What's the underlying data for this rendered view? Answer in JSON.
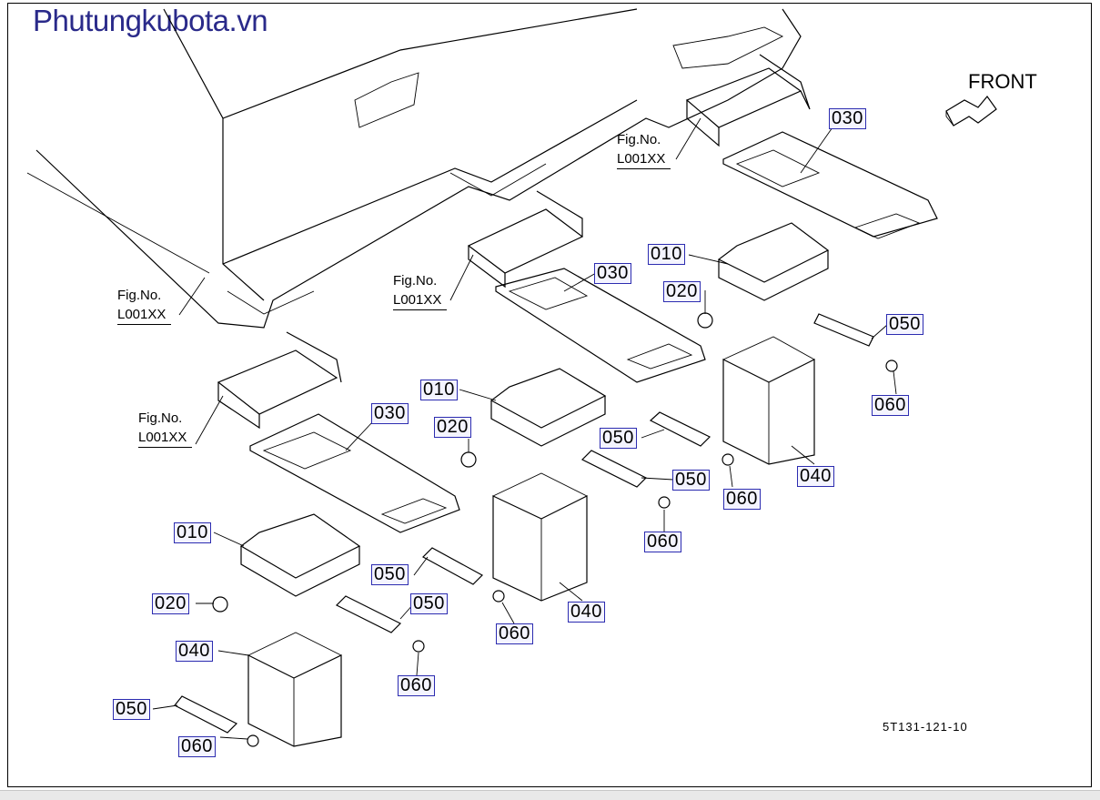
{
  "watermark": "Phutungkubota.vn",
  "direction_label": "FRONT",
  "drawing_number": "5T131-121-10",
  "fig_refs": [
    {
      "line1": "Fig.No.",
      "line2": "L001XX"
    },
    {
      "line1": "Fig.No.",
      "line2": "L001XX"
    },
    {
      "line1": "Fig.No.",
      "line2": "L001XX"
    },
    {
      "line1": "Fig.No.",
      "line2": "L001XX"
    }
  ],
  "part_labels": [
    "030",
    "010",
    "020",
    "050",
    "060",
    "040",
    "030",
    "010",
    "020",
    "050",
    "050",
    "040",
    "060",
    "060",
    "030",
    "010",
    "020",
    "050",
    "060",
    "050",
    "060",
    "040",
    "060"
  ]
}
